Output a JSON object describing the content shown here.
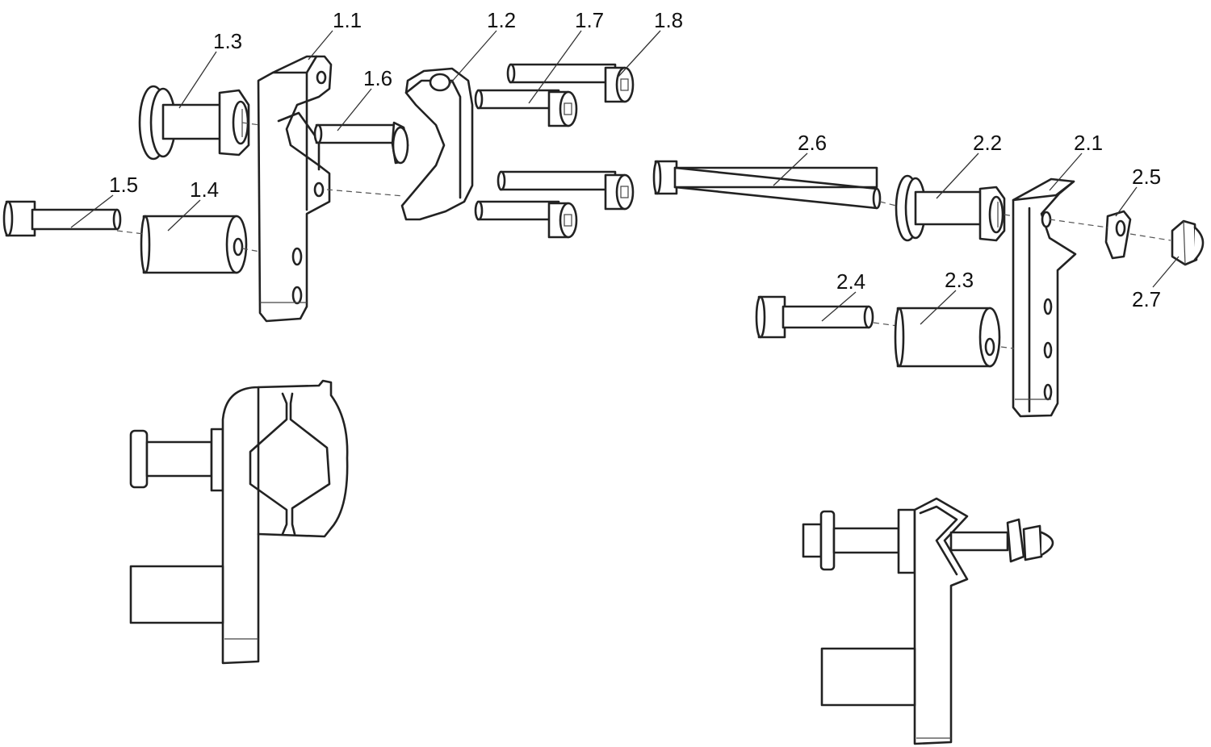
{
  "labels": {
    "l1_1": "1.1",
    "l1_2": "1.2",
    "l1_3": "1.3",
    "l1_4": "1.4",
    "l1_5": "1.5",
    "l1_6": "1.6",
    "l1_7": "1.7",
    "l1_8": "1.8",
    "l2_1": "2.1",
    "l2_2": "2.2",
    "l2_3": "2.3",
    "l2_4": "2.4",
    "l2_5": "2.5",
    "l2_6": "2.6",
    "l2_7": "2.7"
  }
}
